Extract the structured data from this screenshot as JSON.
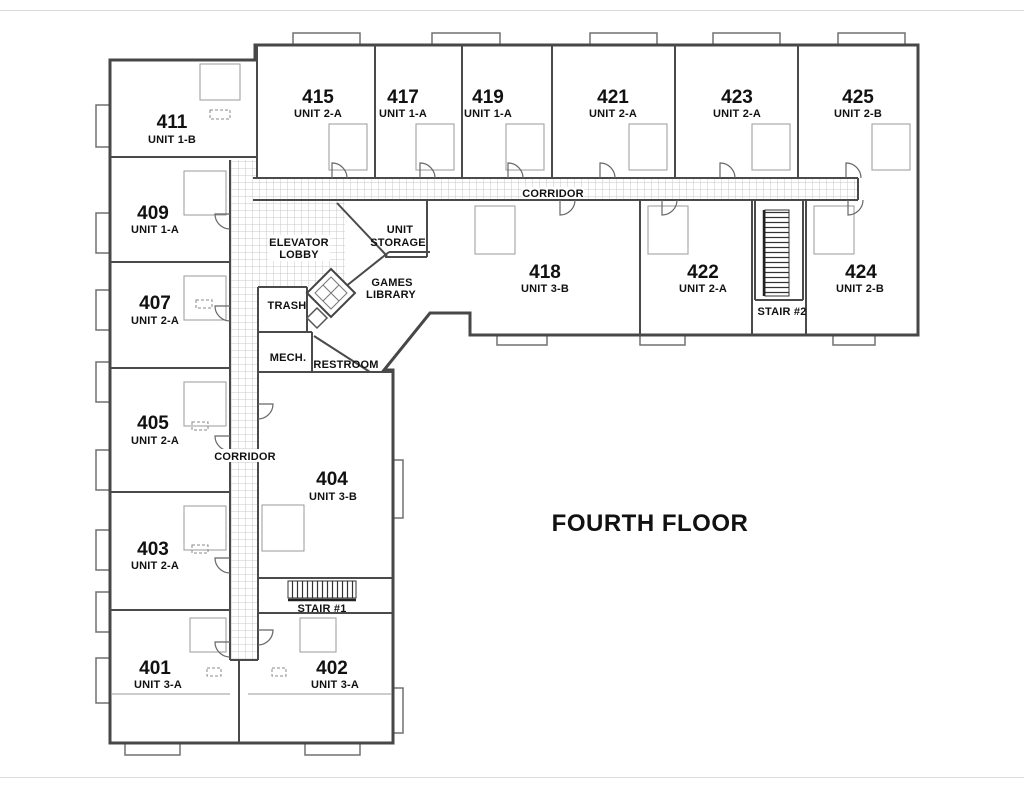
{
  "page": {
    "title": "FOURTH FLOOR"
  },
  "units": [
    {
      "number": "411",
      "type": "UNIT 1-B"
    },
    {
      "number": "409",
      "type": "UNIT 1-A"
    },
    {
      "number": "407",
      "type": "UNIT 2-A"
    },
    {
      "number": "405",
      "type": "UNIT 2-A"
    },
    {
      "number": "403",
      "type": "UNIT 2-A"
    },
    {
      "number": "401",
      "type": "UNIT 3-A"
    },
    {
      "number": "402",
      "type": "UNIT 3-A"
    },
    {
      "number": "404",
      "type": "UNIT 3-B"
    },
    {
      "number": "415",
      "type": "UNIT 2-A"
    },
    {
      "number": "417",
      "type": "UNIT 1-A"
    },
    {
      "number": "419",
      "type": "UNIT 1-A"
    },
    {
      "number": "421",
      "type": "UNIT 2-A"
    },
    {
      "number": "423",
      "type": "UNIT 2-A"
    },
    {
      "number": "425",
      "type": "UNIT 2-B"
    },
    {
      "number": "418",
      "type": "UNIT 3-B"
    },
    {
      "number": "422",
      "type": "UNIT 2-A"
    },
    {
      "number": "424",
      "type": "UNIT 2-B"
    }
  ],
  "labels": {
    "corridor_top": "CORRIDOR",
    "corridor_left": "CORRIDOR",
    "elevator_lobby": [
      "ELEVATOR",
      "LOBBY"
    ],
    "unit_storage": [
      "UNIT",
      "STORAGE"
    ],
    "games_library": [
      "GAMES",
      "LIBRARY"
    ],
    "trash": "TRASH",
    "mech": "MECH.",
    "restroom": "RESTROOM",
    "stair_1": "STAIR #1",
    "stair_2": "STAIR #2"
  },
  "colors": {
    "wall": "#4a4a4a",
    "hatch": "#c9c9c9",
    "text": "#111111",
    "background": "#ffffff"
  }
}
